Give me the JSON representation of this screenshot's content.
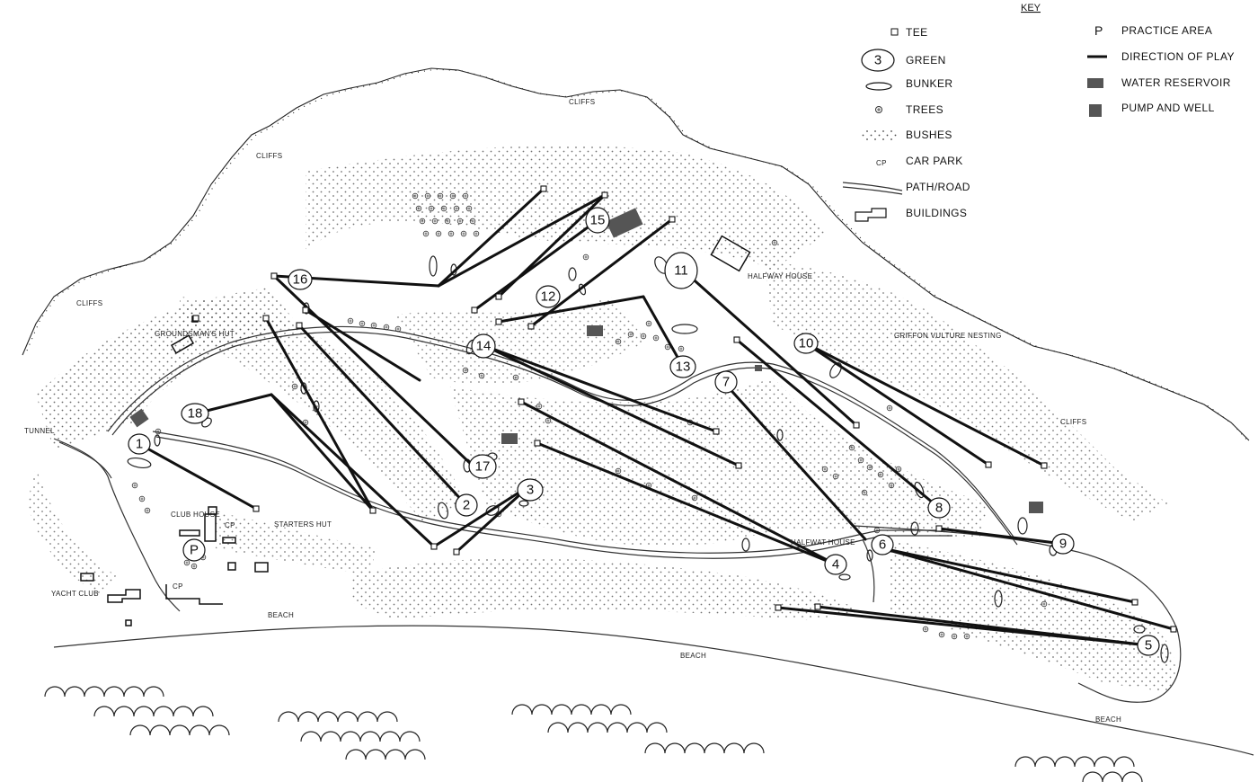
{
  "key": {
    "title": "KEY",
    "items": [
      {
        "symbol": "tee-icon",
        "label": "TEE"
      },
      {
        "symbol": "green-icon",
        "sample": "3",
        "label": "GREEN"
      },
      {
        "symbol": "bunker-icon",
        "label": "BUNKER"
      },
      {
        "symbol": "tree-icon",
        "label": "TREES"
      },
      {
        "symbol": "bushes-icon",
        "label": "BUSHES"
      },
      {
        "symbol": "car-park-icon",
        "sample": "CP",
        "label": "CAR PARK"
      },
      {
        "symbol": "path-road-icon",
        "label": "PATH/ROAD"
      },
      {
        "symbol": "building-icon",
        "label": "BUILDINGS"
      },
      {
        "symbol": "practice-area-icon",
        "sample": "P",
        "label": "PRACTICE AREA"
      },
      {
        "symbol": "direction-of-play-icon",
        "label": "DIRECTION OF PLAY"
      },
      {
        "symbol": "water-reservoir-icon",
        "label": "WATER RESERVOIR"
      },
      {
        "symbol": "pump-and-well-icon",
        "label": "PUMP AND WELL"
      }
    ]
  },
  "place_labels": {
    "cliffs_left": "CLIFFS",
    "cliffs_top_left": "CLIFFS",
    "cliffs_top": "CLIFFS",
    "cliffs_right": "CLIFFS",
    "tunnel": "TUNNEL",
    "groundsmans_hut": "GROUNDSMAN'S HUT",
    "club_house": "CLUB HOUSE",
    "car_park_1": "CP",
    "car_park_2": "CP",
    "practice": "P",
    "starters_hut": "STARTERS HUT",
    "yacht_club": "YACHT CLUB",
    "beach_1": "BEACH",
    "beach_2": "BEACH",
    "beach_3": "BEACH",
    "halfway_house_top": "HALFWAY HOUSE",
    "halfway_house_bottom": "HALFWAT HOUSE",
    "griffon_vulture": "GRIFFON VULTURE NESTING"
  },
  "holes": [
    "1",
    "2",
    "3",
    "4",
    "5",
    "6",
    "7",
    "8",
    "9",
    "10",
    "11",
    "12",
    "13",
    "14",
    "15",
    "16",
    "17",
    "18"
  ],
  "colors": {
    "ink": "#111111",
    "reservoir": "#555555",
    "paper": "#ffffff"
  }
}
